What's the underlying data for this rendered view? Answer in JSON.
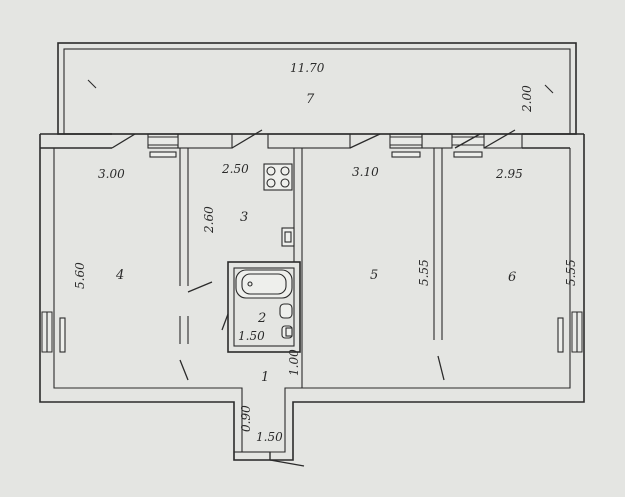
{
  "plan": {
    "rooms": [
      {
        "number": "1"
      },
      {
        "number": "2"
      },
      {
        "number": "3"
      },
      {
        "number": "4"
      },
      {
        "number": "5"
      },
      {
        "number": "6"
      },
      {
        "number": "7"
      }
    ],
    "dimensions": [
      {
        "text": "11.70"
      },
      {
        "text": "2.00"
      },
      {
        "text": "3.00"
      },
      {
        "text": "2.50"
      },
      {
        "text": "3.10"
      },
      {
        "text": "2.95"
      },
      {
        "text": "2.60"
      },
      {
        "text": "5.60"
      },
      {
        "text": "5.55"
      },
      {
        "text": "5.55"
      },
      {
        "text": "1.50"
      },
      {
        "text": "1.00"
      },
      {
        "text": "0.90"
      },
      {
        "text": "1.50"
      }
    ],
    "colors": {
      "paper": "#e4e5e2",
      "ink": "#2b2b2b"
    }
  }
}
